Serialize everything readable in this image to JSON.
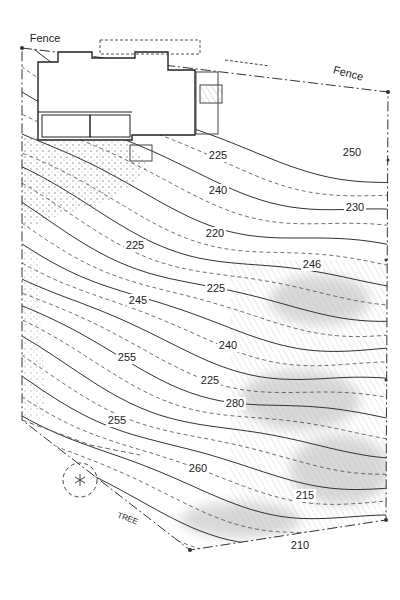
{
  "diagram": {
    "labels": [
      "Fence",
      "Fence",
      "250",
      "225",
      "240",
      "230",
      "220",
      "225",
      "246",
      "225",
      "245",
      "240",
      "255",
      "225",
      "280",
      "255",
      "260",
      "215",
      "210",
      "TREE"
    ]
  }
}
